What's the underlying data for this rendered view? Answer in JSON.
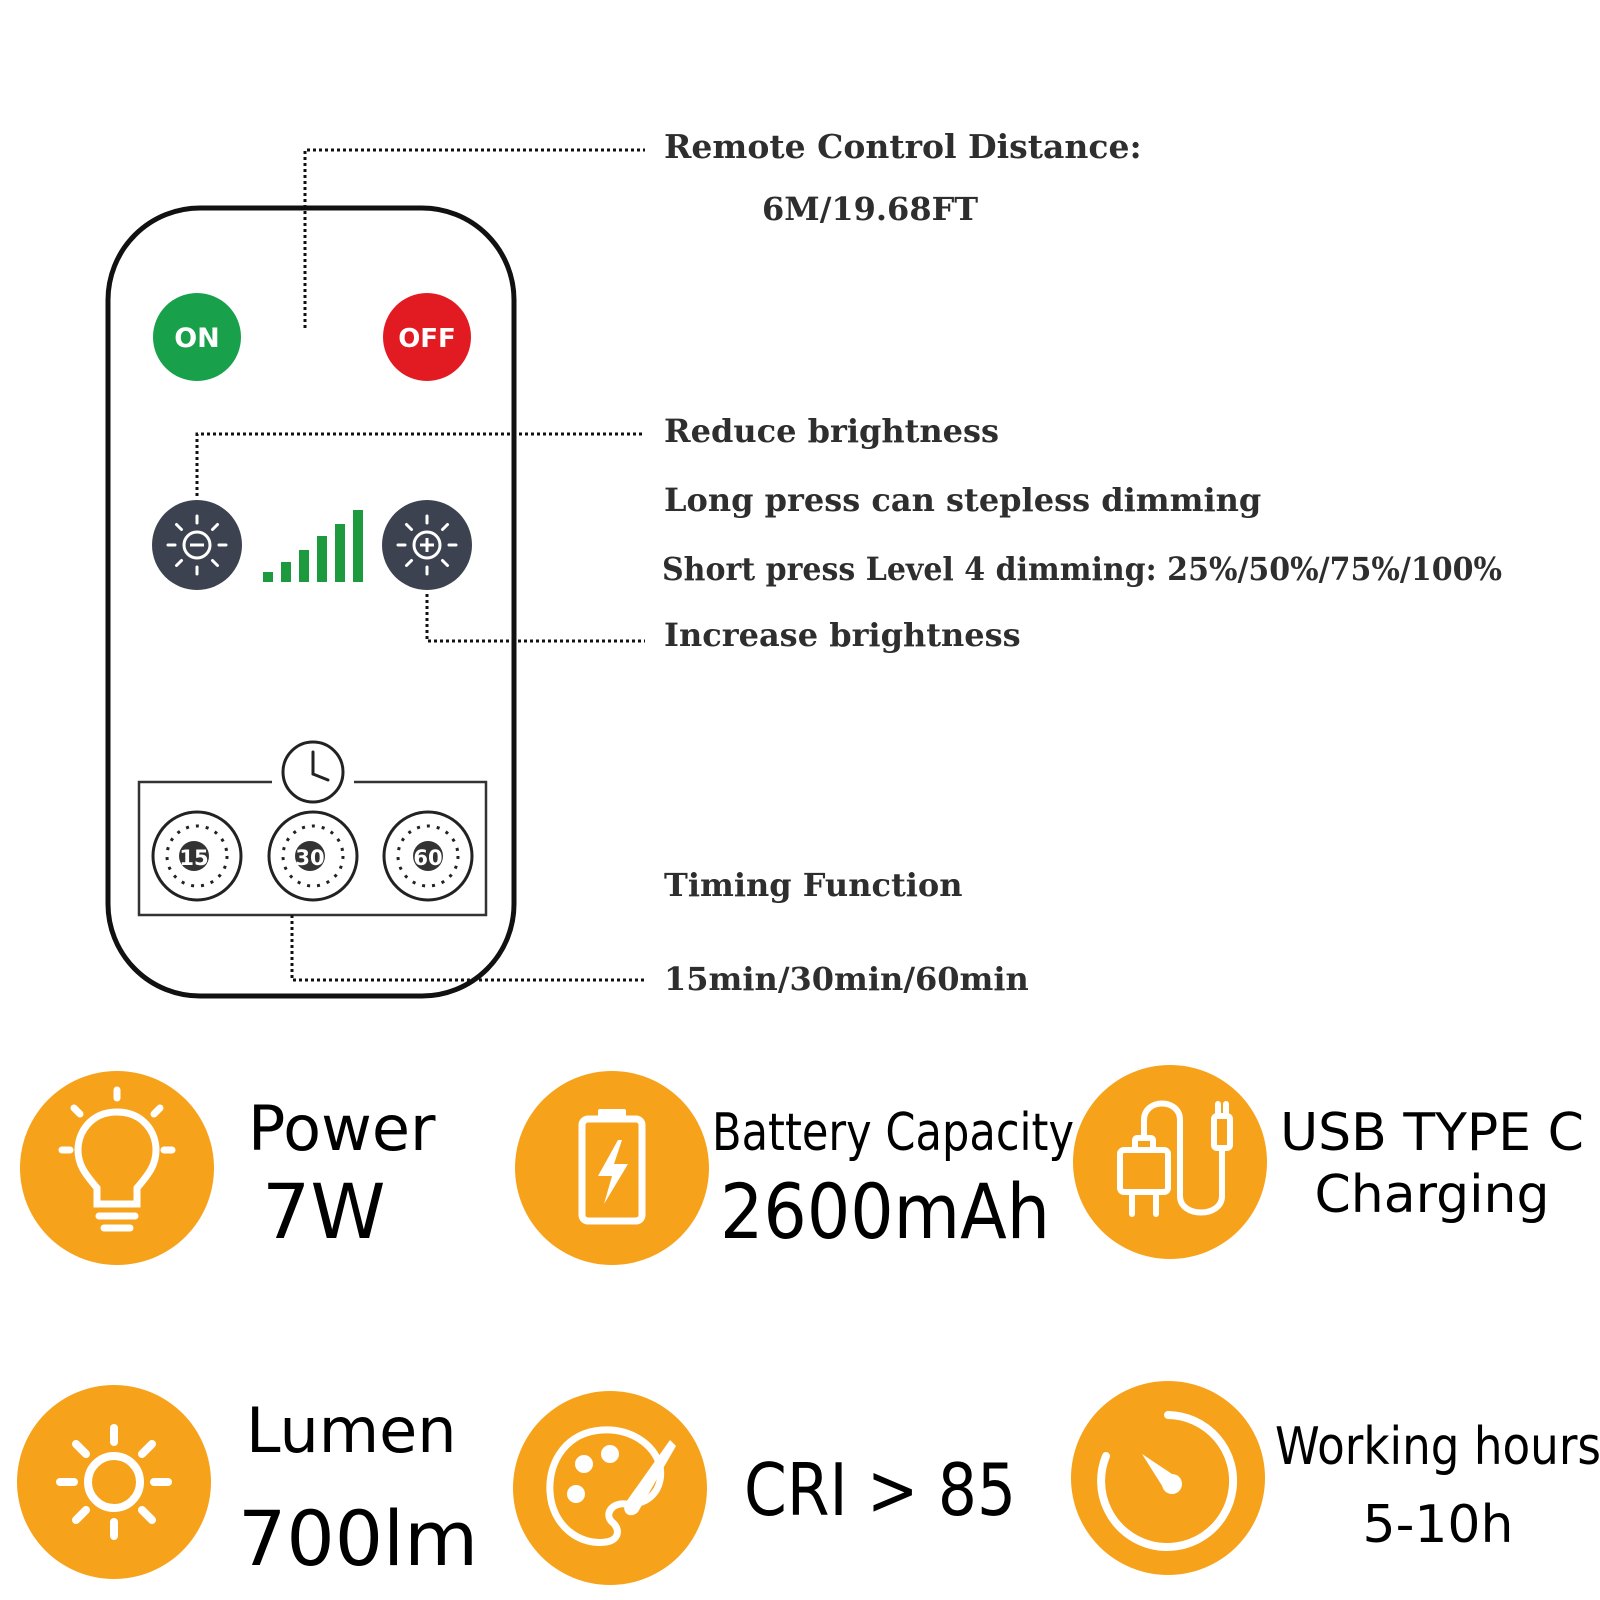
{
  "colors": {
    "on_button": "#18a04a",
    "off_button": "#e21b22",
    "signal_bars": "#1e9a3e",
    "dimmer_button": "#3d4250",
    "spec_icon": "#f7a21b",
    "outline": "#111111"
  },
  "remote": {
    "on_label": "ON",
    "off_label": "OFF",
    "timer_15": "15",
    "timer_30": "30",
    "timer_60": "60"
  },
  "callouts": {
    "distance_title": "Remote Control Distance:",
    "distance_value": "6M/19.68FT",
    "reduce": "Reduce brightness",
    "long_press": "Long press can stepless dimming",
    "short_press": "Short press Level 4 dimming: 25%/50%/75%/100%",
    "increase": "Increase brightness",
    "timing_title": "Timing Function",
    "timing_values": "15min/30min/60min"
  },
  "specs": {
    "power": {
      "label": "Power",
      "value": "7W",
      "icon": "lightbulb-icon"
    },
    "battery": {
      "label": "Battery Capacity",
      "value": "2600mAh",
      "icon": "battery-charging-icon"
    },
    "usb": {
      "line1": "USB TYPE C",
      "line2": "Charging",
      "icon": "charger-cable-icon"
    },
    "lumen": {
      "label": "Lumen",
      "value": "700lm",
      "icon": "sun-icon"
    },
    "cri": {
      "value": "CRI > 85",
      "icon": "palette-brush-icon"
    },
    "hours": {
      "label": "Working hours",
      "value": "5-10h",
      "icon": "timer-dial-icon"
    }
  }
}
